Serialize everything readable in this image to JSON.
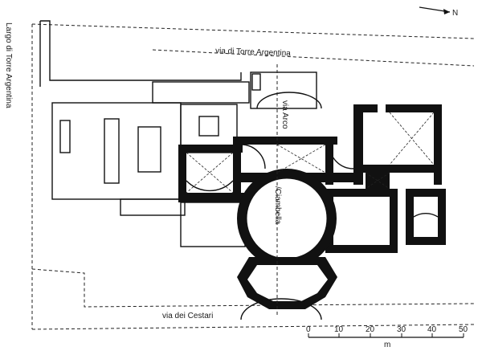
{
  "labels": {
    "largo": "Largo di Torre Argentina",
    "torre": "via di Torre Argentina",
    "arco": "via Arco",
    "ciambella": "/Ciambella",
    "cestari": "via dei Cestari"
  },
  "compass": {
    "north": "N"
  },
  "scale": {
    "ticks": [
      "0",
      "10",
      "20",
      "30",
      "40",
      "50"
    ],
    "unit": "m"
  }
}
